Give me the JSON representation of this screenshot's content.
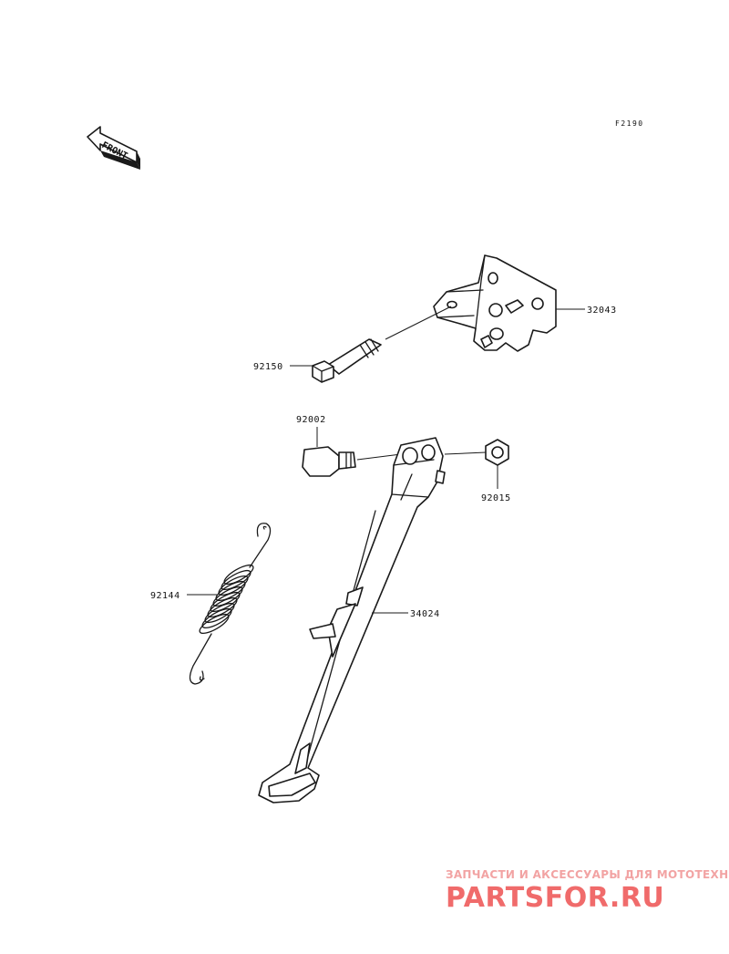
{
  "diagram": {
    "reference_code": "F2190",
    "front_arrow_label": "FRONT",
    "parts": [
      {
        "number": "32043",
        "name": "bracket"
      },
      {
        "number": "92150",
        "name": "bolt"
      },
      {
        "number": "92002",
        "name": "pivot-bolt"
      },
      {
        "number": "92015",
        "name": "nut"
      },
      {
        "number": "92144",
        "name": "spring"
      },
      {
        "number": "34024",
        "name": "side-stand"
      }
    ]
  },
  "watermark": {
    "tagline": "ЗАПЧАСТИ И АКСЕССУАРЫ ДЛЯ МОТОТЕХНИКИ",
    "logo_text": "PARTSFOR.RU",
    "logo_color": "#f06b6b",
    "tagline_color": "#f2a3a3"
  }
}
